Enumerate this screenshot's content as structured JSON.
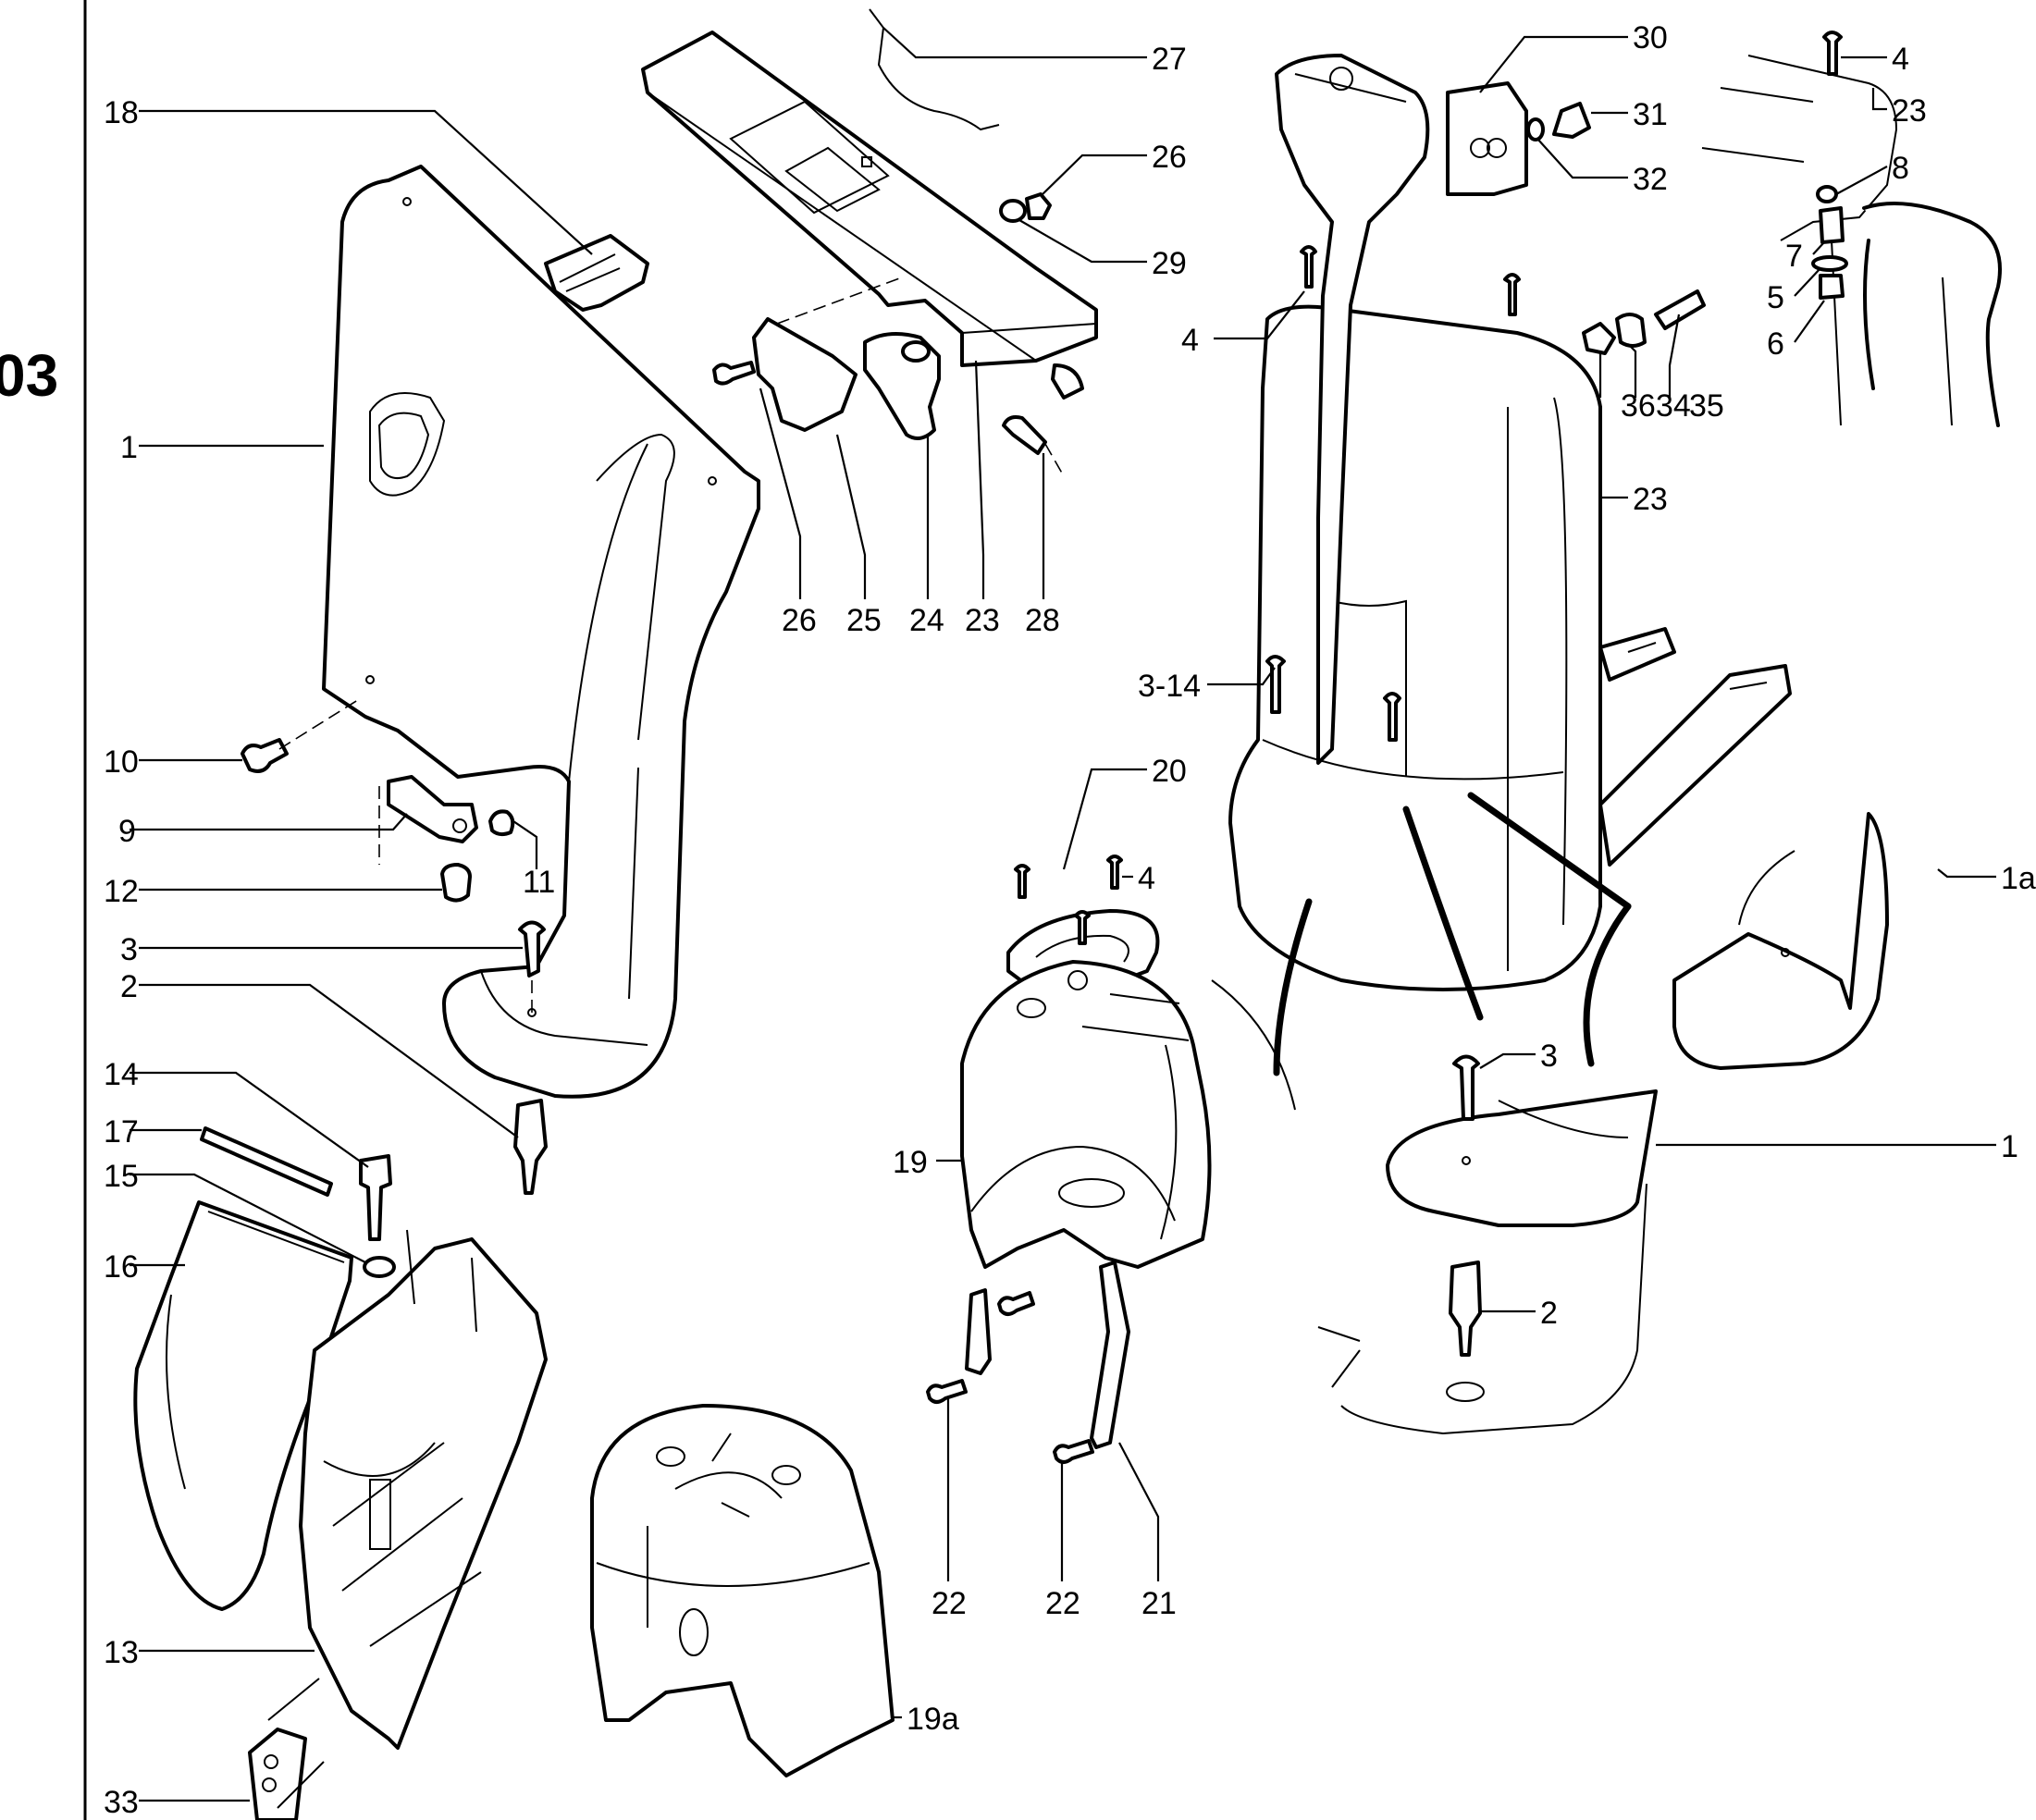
{
  "page_marker": "03",
  "labels": {
    "l1": "1",
    "l1a": "1a",
    "l1r": "1",
    "l2": "2",
    "l2r": "2",
    "l3": "3",
    "l3r": "3",
    "l314": "3-14",
    "l4a": "4",
    "l4b": "4",
    "l4c": "4",
    "l5": "5",
    "l6": "6",
    "l7": "7",
    "l8": "8",
    "l9": "9",
    "l10": "10",
    "l11": "11",
    "l12": "12",
    "l13": "13",
    "l14": "14",
    "l15": "15",
    "l16": "16",
    "l17": "17",
    "l18": "18",
    "l19": "19",
    "l19a": "19a",
    "l20": "20",
    "l21": "21",
    "l22a": "22",
    "l22b": "22",
    "l23a": "23",
    "l23b": "23",
    "l23c": "23",
    "l24": "24",
    "l25": "25",
    "l26a": "26",
    "l26b": "26",
    "l27": "27",
    "l28": "28",
    "l29": "29",
    "l30": "30",
    "l31": "31",
    "l32": "32",
    "l33": "33",
    "l34": "34",
    "l35": "35",
    "l36": "36"
  }
}
